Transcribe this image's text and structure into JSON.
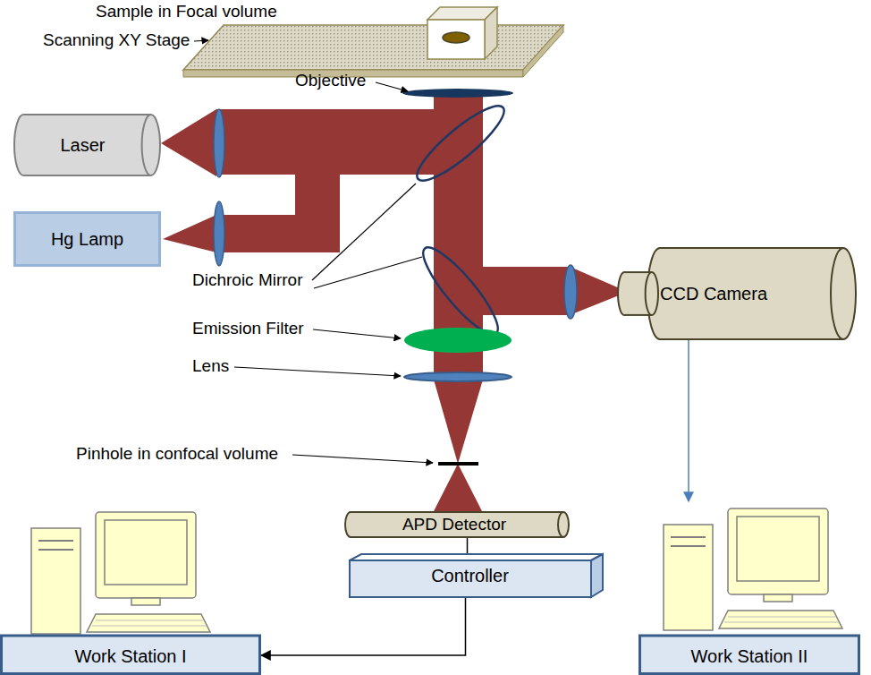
{
  "diagram": {
    "nodes": [
      {
        "text": [
          "Laser"
        ]
      },
      {
        "text": [
          "Hg Lamp"
        ]
      },
      {
        "text": [
          "CCD Camera"
        ]
      },
      {
        "text": [
          "APD Detector"
        ]
      },
      {
        "text": [
          "Controller"
        ]
      },
      {
        "text": [
          "Work Station I"
        ]
      },
      {
        "text": [
          "Work Station II"
        ]
      }
    ],
    "edges": [
      {
        "from": 3,
        "to": 4,
        "arrow": "none"
      },
      {
        "from": 4,
        "to": 5,
        "arrow": "to"
      },
      {
        "from": 2,
        "to": 6,
        "arrow": "to"
      }
    ],
    "labels": [
      "Sample in Focal volume",
      "Scanning XY Stage",
      "Objective",
      "Dichroic Mirror",
      "Emission Filter",
      "Lens",
      "Pinhole in confocal volume"
    ]
  }
}
